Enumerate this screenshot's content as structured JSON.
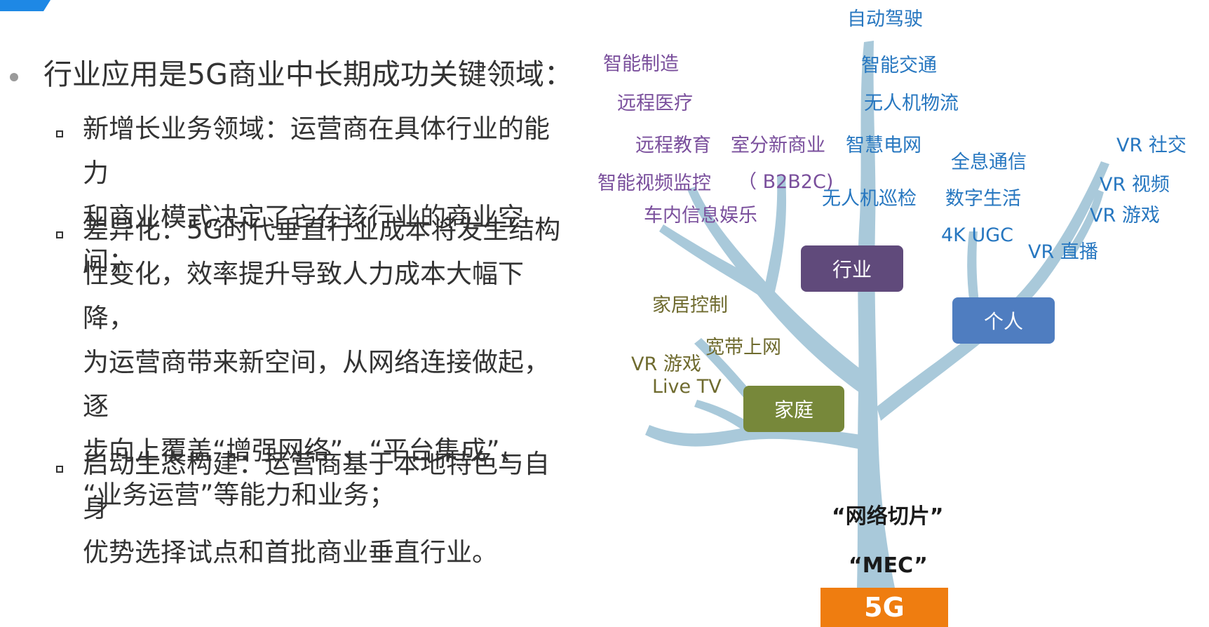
{
  "bullets": {
    "main": "行业应用是5G商业中长期成功关键领域：",
    "sub": [
      {
        "lines": [
          "新增长业务领域：运营商在具体行业的能力",
          "和商业模式决定了它在该行业的商业空间；"
        ]
      },
      {
        "lines": [
          "差异化：5G时代垂直行业成本将发生结构",
          "性变化，效率提升导致人力成本大幅下降，",
          "为运营商带来新空间，从网络连接做起，逐",
          "步向上覆盖“增强网络”、“平台集成”、",
          "“业务运营”等能力和业务；"
        ]
      },
      {
        "lines": [
          "启动生态构建：运营商基于本地特色与自身",
          "优势选择试点和首批商业垂直行业。"
        ]
      }
    ]
  },
  "tree": {
    "root": "5G",
    "trunk_labels": [
      "“网络切片”",
      "“MEC”"
    ],
    "branches": {
      "industry": "行业",
      "personal": "个人",
      "home": "家庭"
    },
    "industry_items": [
      "自动驾驶",
      "智能制造",
      "智能交通",
      "远程医疗",
      "无人机物流",
      "远程教育",
      "室分新商业",
      "智慧电网",
      "智能视频监控",
      "（ B2B2C)",
      "无人机巡检",
      "车内信息娱乐"
    ],
    "personal_items": [
      "全息通信",
      "VR 社交",
      "VR 视频",
      "数字生活",
      "VR 游戏",
      "4K UGC",
      "VR 直播"
    ],
    "home_items": [
      "家居控制",
      "宽带上网",
      "VR 游戏",
      "Live TV"
    ]
  },
  "colors": {
    "trunk": "#a9c9da",
    "industry": "#604a7b",
    "personal": "#4f7dc0",
    "home": "#77883a",
    "root": "#ef7d10",
    "accent": "#1e88e5"
  }
}
